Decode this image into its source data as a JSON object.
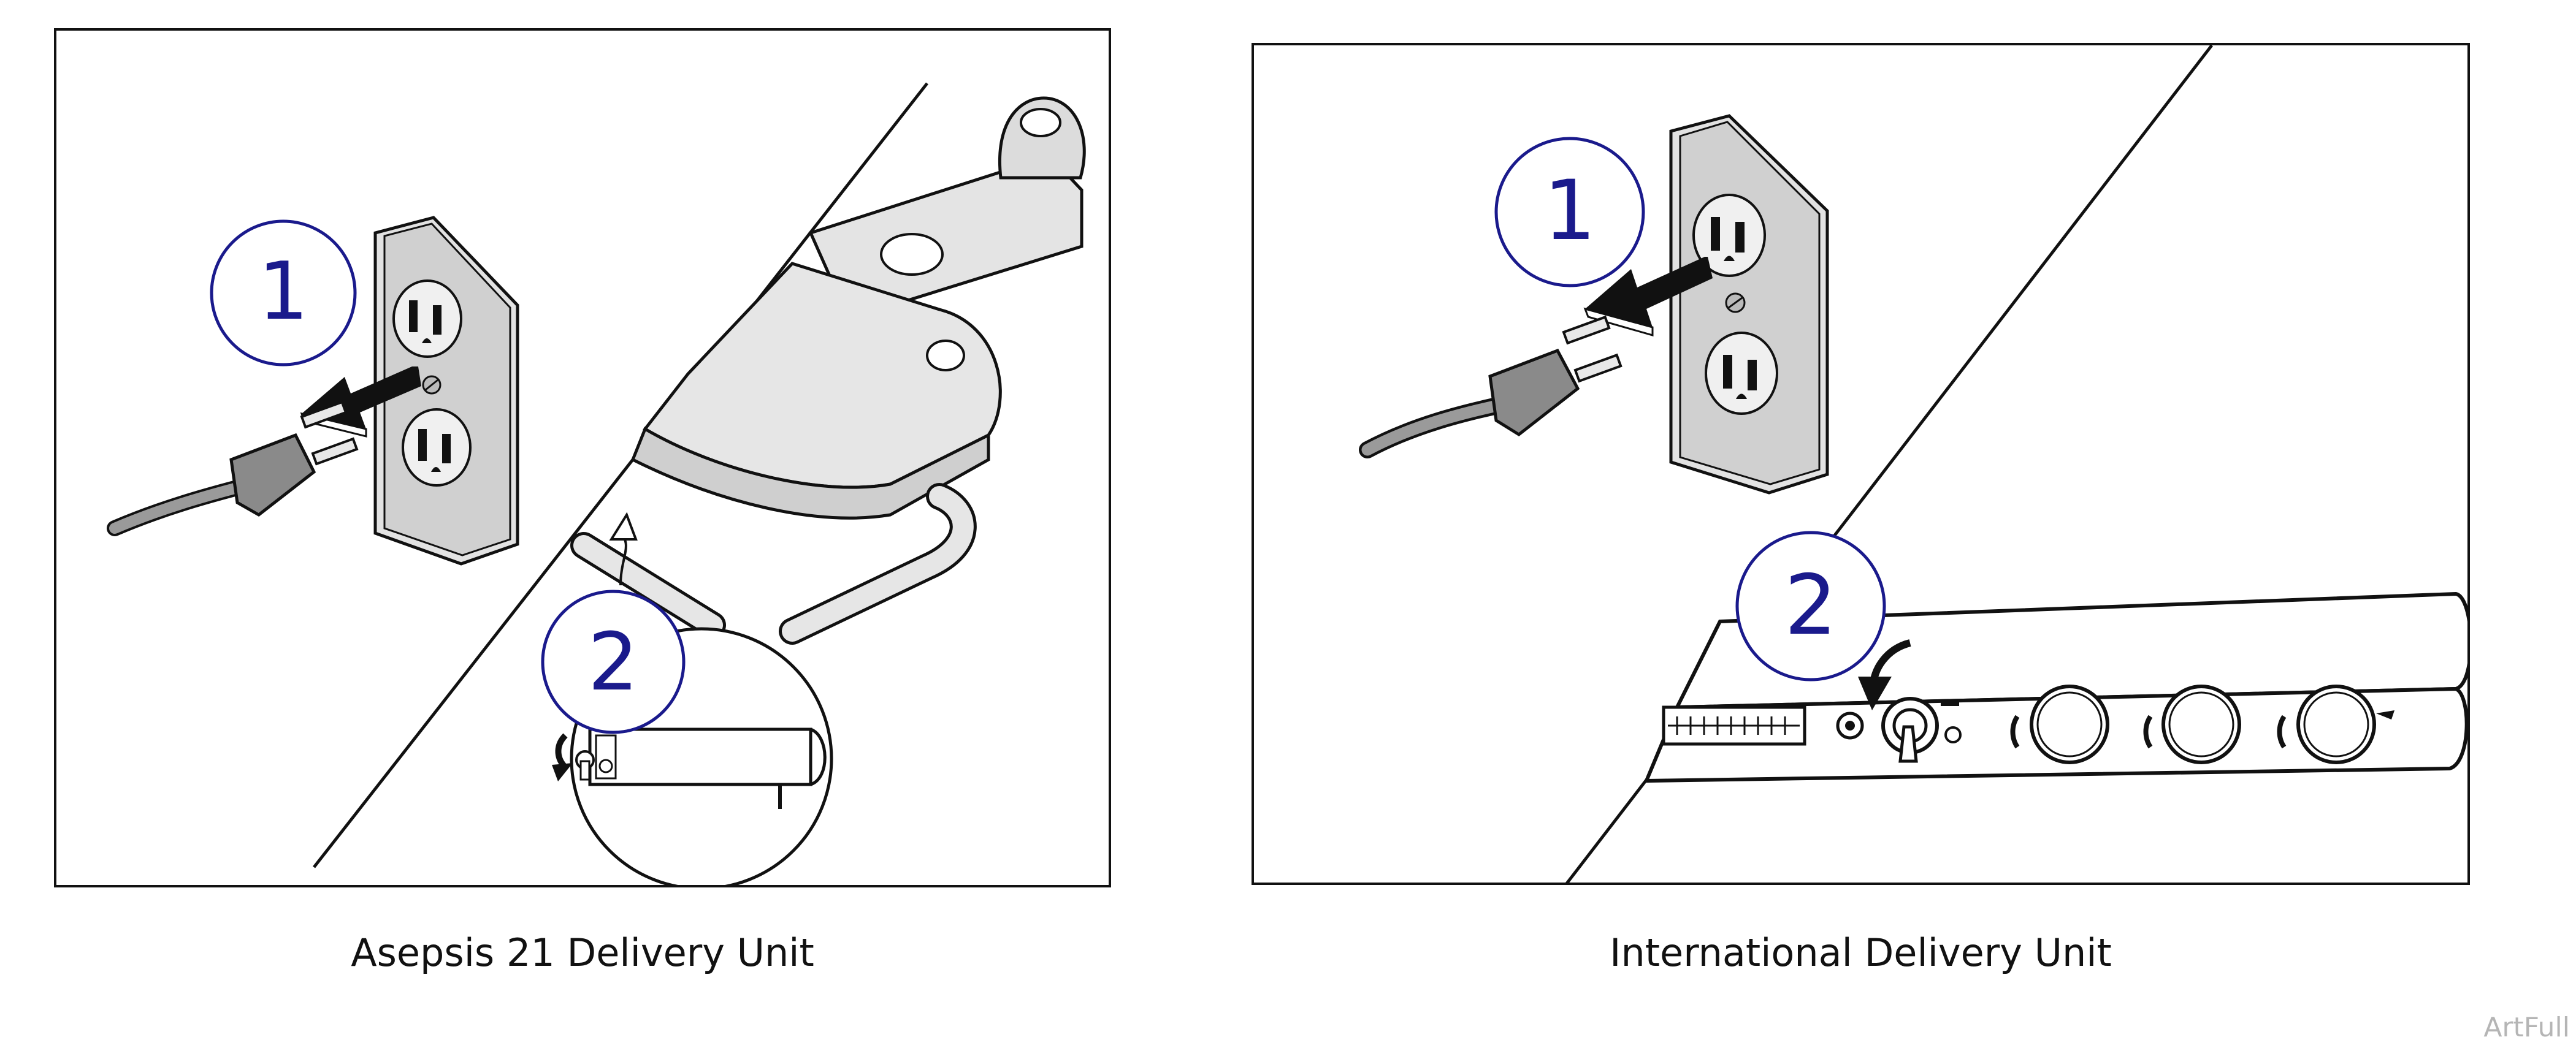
{
  "panels": [
    {
      "caption": "Asepsis 21 Delivery Unit",
      "steps": [
        {
          "number": "1",
          "action": "unplug-power-cord"
        },
        {
          "number": "2",
          "action": "turn-off-master-switch"
        }
      ]
    },
    {
      "caption": "International Delivery Unit",
      "steps": [
        {
          "number": "1",
          "action": "unplug-power-cord"
        },
        {
          "number": "2",
          "action": "turn-off-master-switch"
        }
      ]
    }
  ],
  "watermark": "ArtFull",
  "colors": {
    "step_circle_stroke": "#1a1a8c",
    "step_number": "#1a1a8c",
    "line_art": "#111111",
    "outlet_fill": "#d9d9d9",
    "plug_fill": "#8a8a8a",
    "unit_fill": "#e6e6e6"
  },
  "icons": [
    "wall-outlet-icon",
    "power-plug-icon",
    "direction-arrow-icon",
    "toggle-switch-icon",
    "control-knob-icon"
  ]
}
